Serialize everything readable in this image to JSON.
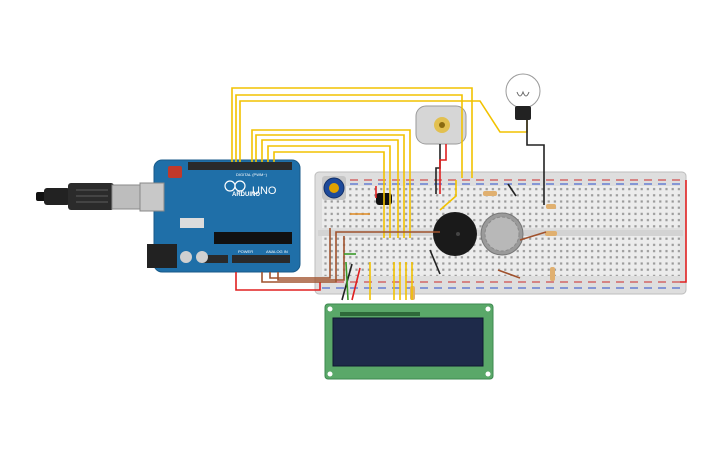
{
  "canvas": {
    "title": "Circuit simulation workspace",
    "background": "#ffffff"
  },
  "arduino": {
    "brand_label": "UNO",
    "logo_text": "ARDUINO",
    "digital_label": "DIGITAL (PWM~)",
    "power_label": "POWER",
    "analog_label": "ANALOG IN",
    "board_color": "#1f6fa8",
    "header_color": "#2a2a2a"
  },
  "components": {
    "breadboard": {
      "name": "Breadboard",
      "rail_red": "#cc2a2a",
      "rail_blue": "#2a4fcc"
    },
    "lcd": {
      "name": "LCD 16x2",
      "pcb_color": "#5aa869",
      "screen_color": "#1e2a4a"
    },
    "motor": {
      "name": "DC Motor"
    },
    "bulb": {
      "name": "Light bulb"
    },
    "piezo": {
      "name": "Piezo buzzer"
    },
    "gas_sensor": {
      "name": "Gas sensor"
    },
    "potentiometer": {
      "name": "Potentiometer"
    },
    "transistor": {
      "name": "Transistor"
    },
    "usb": {
      "name": "USB cable"
    }
  },
  "wire_colors": {
    "yellow": "#f2c200",
    "red": "#e02020",
    "black": "#222222",
    "brown": "#a0522d",
    "green": "#3a9a2a",
    "orange": "#e08a20"
  }
}
